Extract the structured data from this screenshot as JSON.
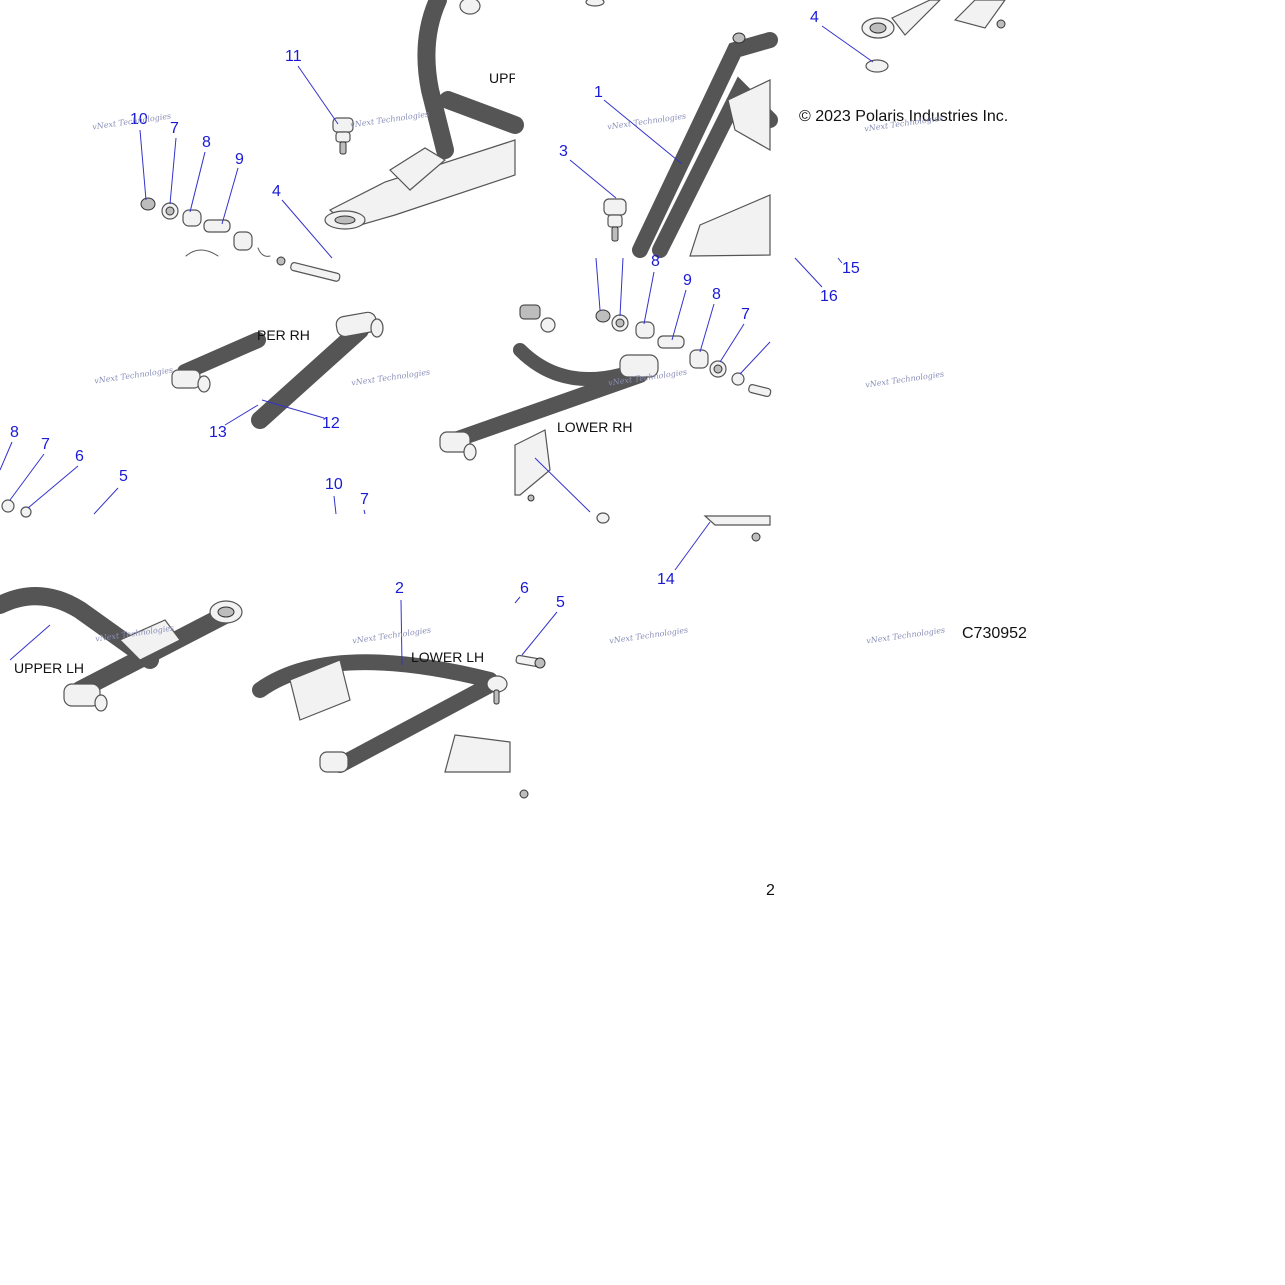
{
  "copyright": "© 2023 Polaris Industries Inc.",
  "drawing_number": "C730952",
  "watermark": "vNext Technologies",
  "arm_labels": {
    "upper_rh_a": "UPPER RH",
    "upper_rh_b": "PER RH",
    "lower_rh": "LOWER RH",
    "upper_lh": "UPPER LH",
    "lower_lh": "LOWER LH"
  },
  "callouts": {
    "c1": "1",
    "c2": "2",
    "c3": "3",
    "c4a": "4",
    "c4b": "4",
    "c5a": "5",
    "c5b": "5",
    "c6a": "6",
    "c6b": "6",
    "c7a": "7",
    "c7b": "7",
    "c7c": "7",
    "c7d": "7",
    "c8a": "8",
    "c8b": "8",
    "c8c": "8",
    "c8d": "8",
    "c9a": "9",
    "c9b": "9",
    "c10a": "10",
    "c10b": "10",
    "c11": "11",
    "c12": "12",
    "c13": "13",
    "c14": "14",
    "c15": "15",
    "c16": "16"
  },
  "fragments": {
    "stray_2": "2"
  },
  "colors": {
    "callout": "#1a1ad6",
    "leader": "#3333cc",
    "line_art": "#555555",
    "background": "#ffffff"
  }
}
